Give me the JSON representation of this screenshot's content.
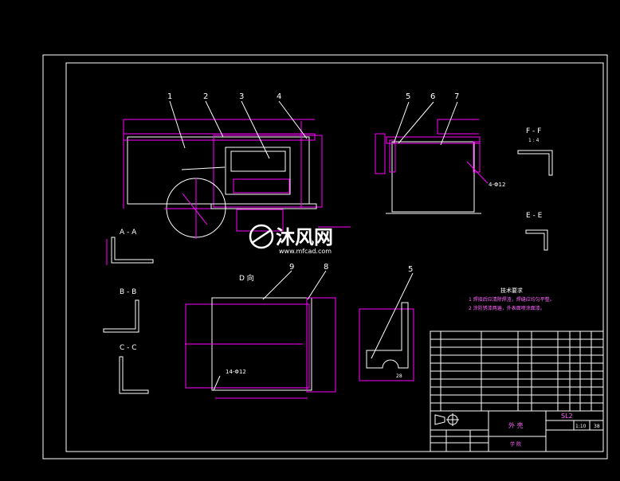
{
  "balloons": [
    "1",
    "2",
    "3",
    "4",
    "5",
    "6",
    "7",
    "8",
    "9",
    "5"
  ],
  "sections": {
    "ff": "F - F",
    "ff_scale": "1 : 4",
    "ee": "E - E",
    "aa": "A - A",
    "bb": "B - B",
    "cc": "C - C",
    "d_view": "D 向"
  },
  "dimensions": {
    "holes_right": "4-Φ12",
    "holes_plan": "14-Φ12",
    "bracket_dim": "28"
  },
  "notes": {
    "title": "技术要求",
    "line1": "1  焊接后应清除焊渣，焊缝应均匀平整。",
    "line2": "2  涂防锈漆两遍，外表面喷涂面漆。"
  },
  "title_block": {
    "drawing_no": "SL2",
    "name": "外 壳",
    "company": "学 院",
    "scale": "1:10",
    "weight": "38"
  },
  "watermark": {
    "brand": "沐风网",
    "url": "www.mfcad.com"
  },
  "colors": {
    "background": "#000000",
    "lines": "#ff00ff",
    "frame": "#ffffff"
  }
}
